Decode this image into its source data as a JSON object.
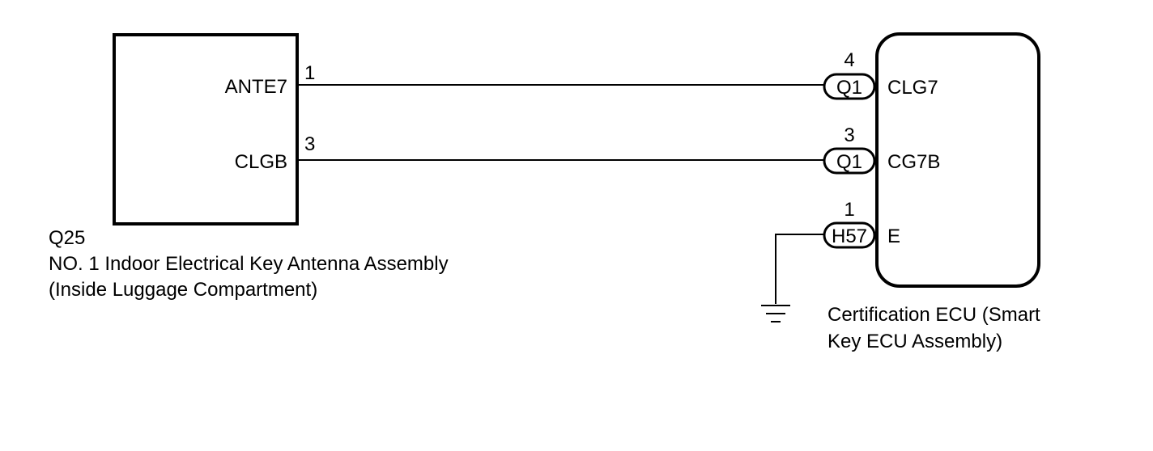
{
  "left_component": {
    "code": "Q25",
    "name_line1": "NO. 1 Indoor Electrical Key Antenna Assembly",
    "name_line2": "(Inside Luggage Compartment)",
    "pins": [
      {
        "pin": "1",
        "signal": "ANTE7"
      },
      {
        "pin": "3",
        "signal": "CLGB"
      }
    ]
  },
  "right_component": {
    "name_line1": "Certification ECU (Smart",
    "name_line2": "Key ECU Assembly)",
    "pins": [
      {
        "pin": "4",
        "connector": "Q1",
        "signal": "CLG7"
      },
      {
        "pin": "3",
        "connector": "Q1",
        "signal": "CG7B"
      },
      {
        "pin": "1",
        "connector": "H57",
        "signal": "E"
      }
    ]
  }
}
